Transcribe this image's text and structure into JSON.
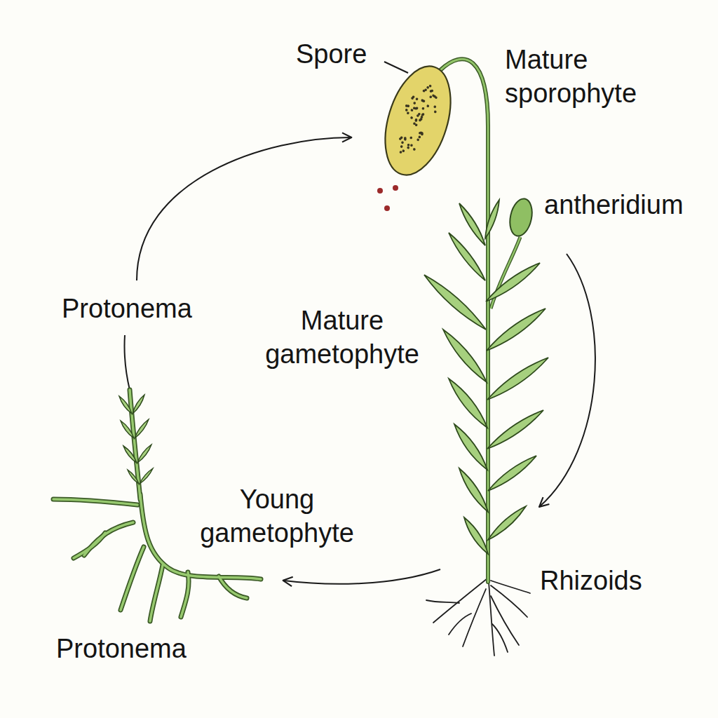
{
  "diagram": {
    "labels": [
      "Spore",
      "Mature sporophyte",
      "antheridium",
      "Protonema",
      "Mature gametophyte",
      "Young gametophyte",
      "Rhizoids",
      "Protonema"
    ]
  }
}
